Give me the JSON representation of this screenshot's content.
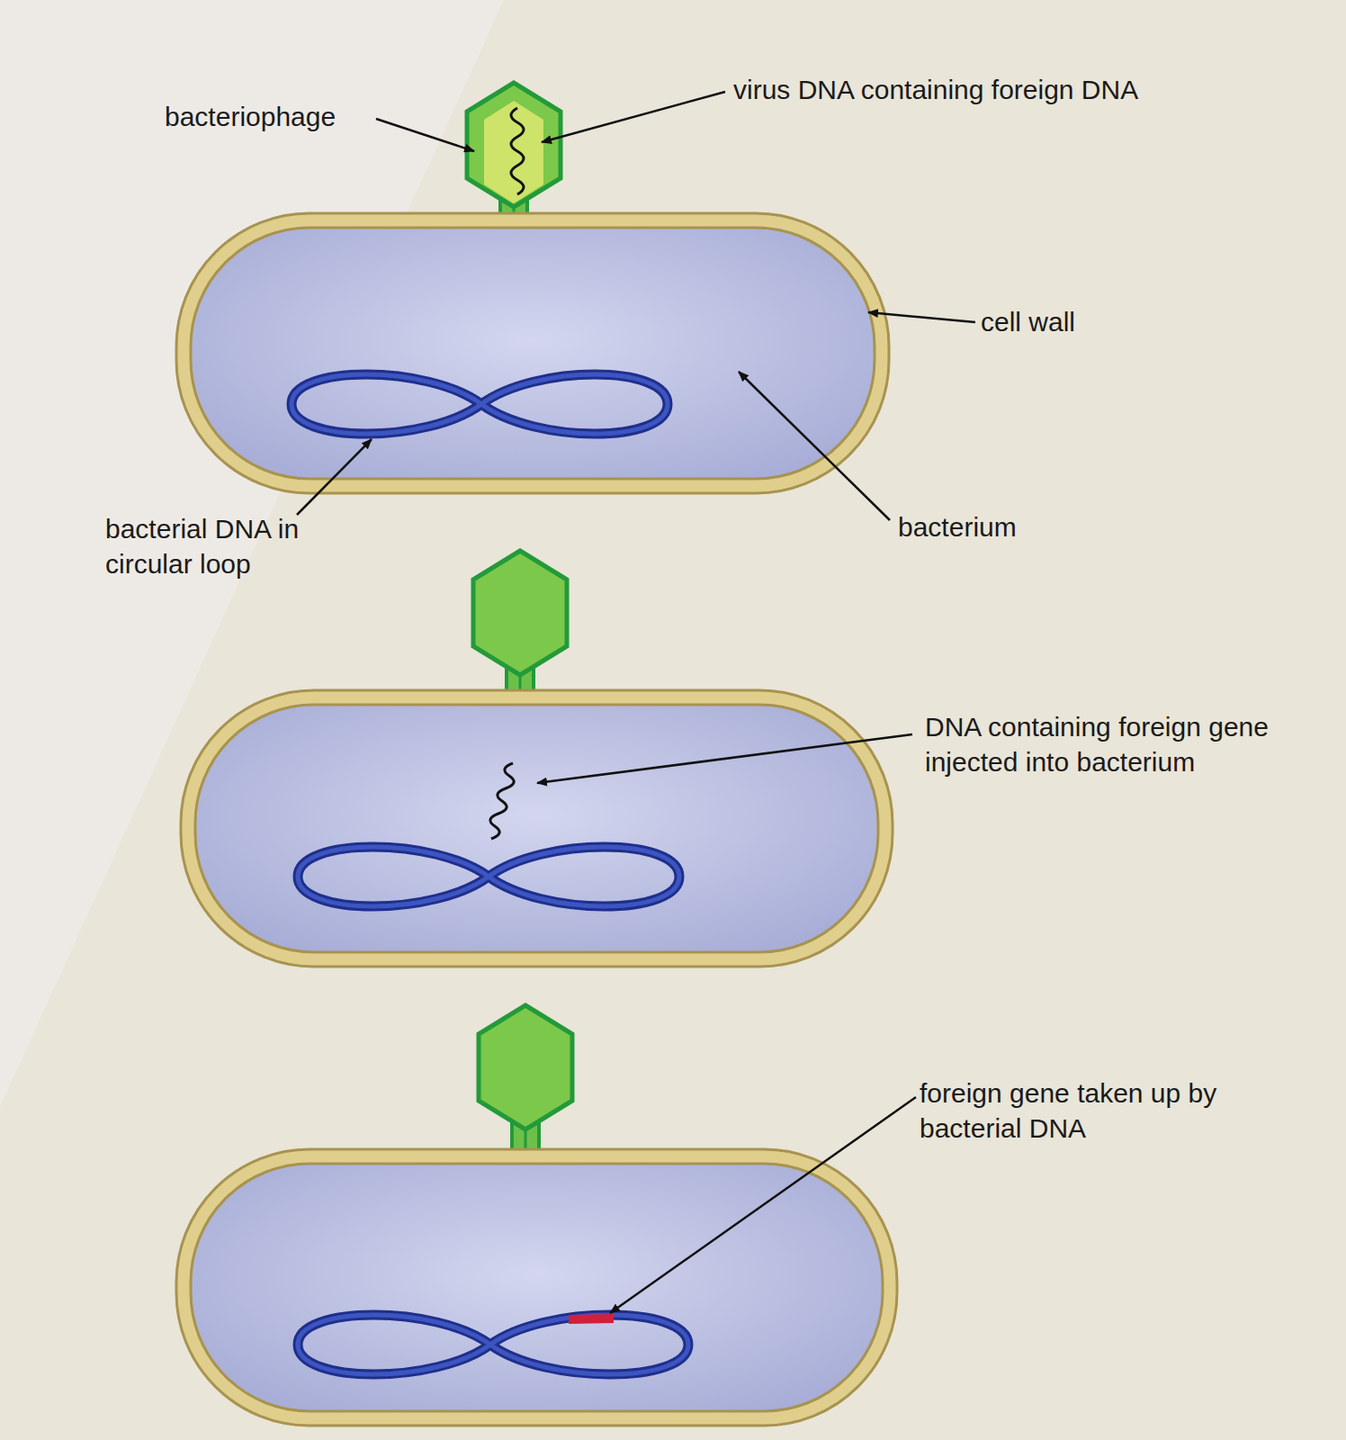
{
  "diagram": {
    "labels": [
      "bacteriophage",
      "virus DNA containing foreign DNA",
      "cell wall",
      "bacterial DNA in circular loop",
      "bacterium",
      "DNA containing foreign gene injected into bacterium",
      "foreign gene taken up by bacterial DNA"
    ]
  }
}
